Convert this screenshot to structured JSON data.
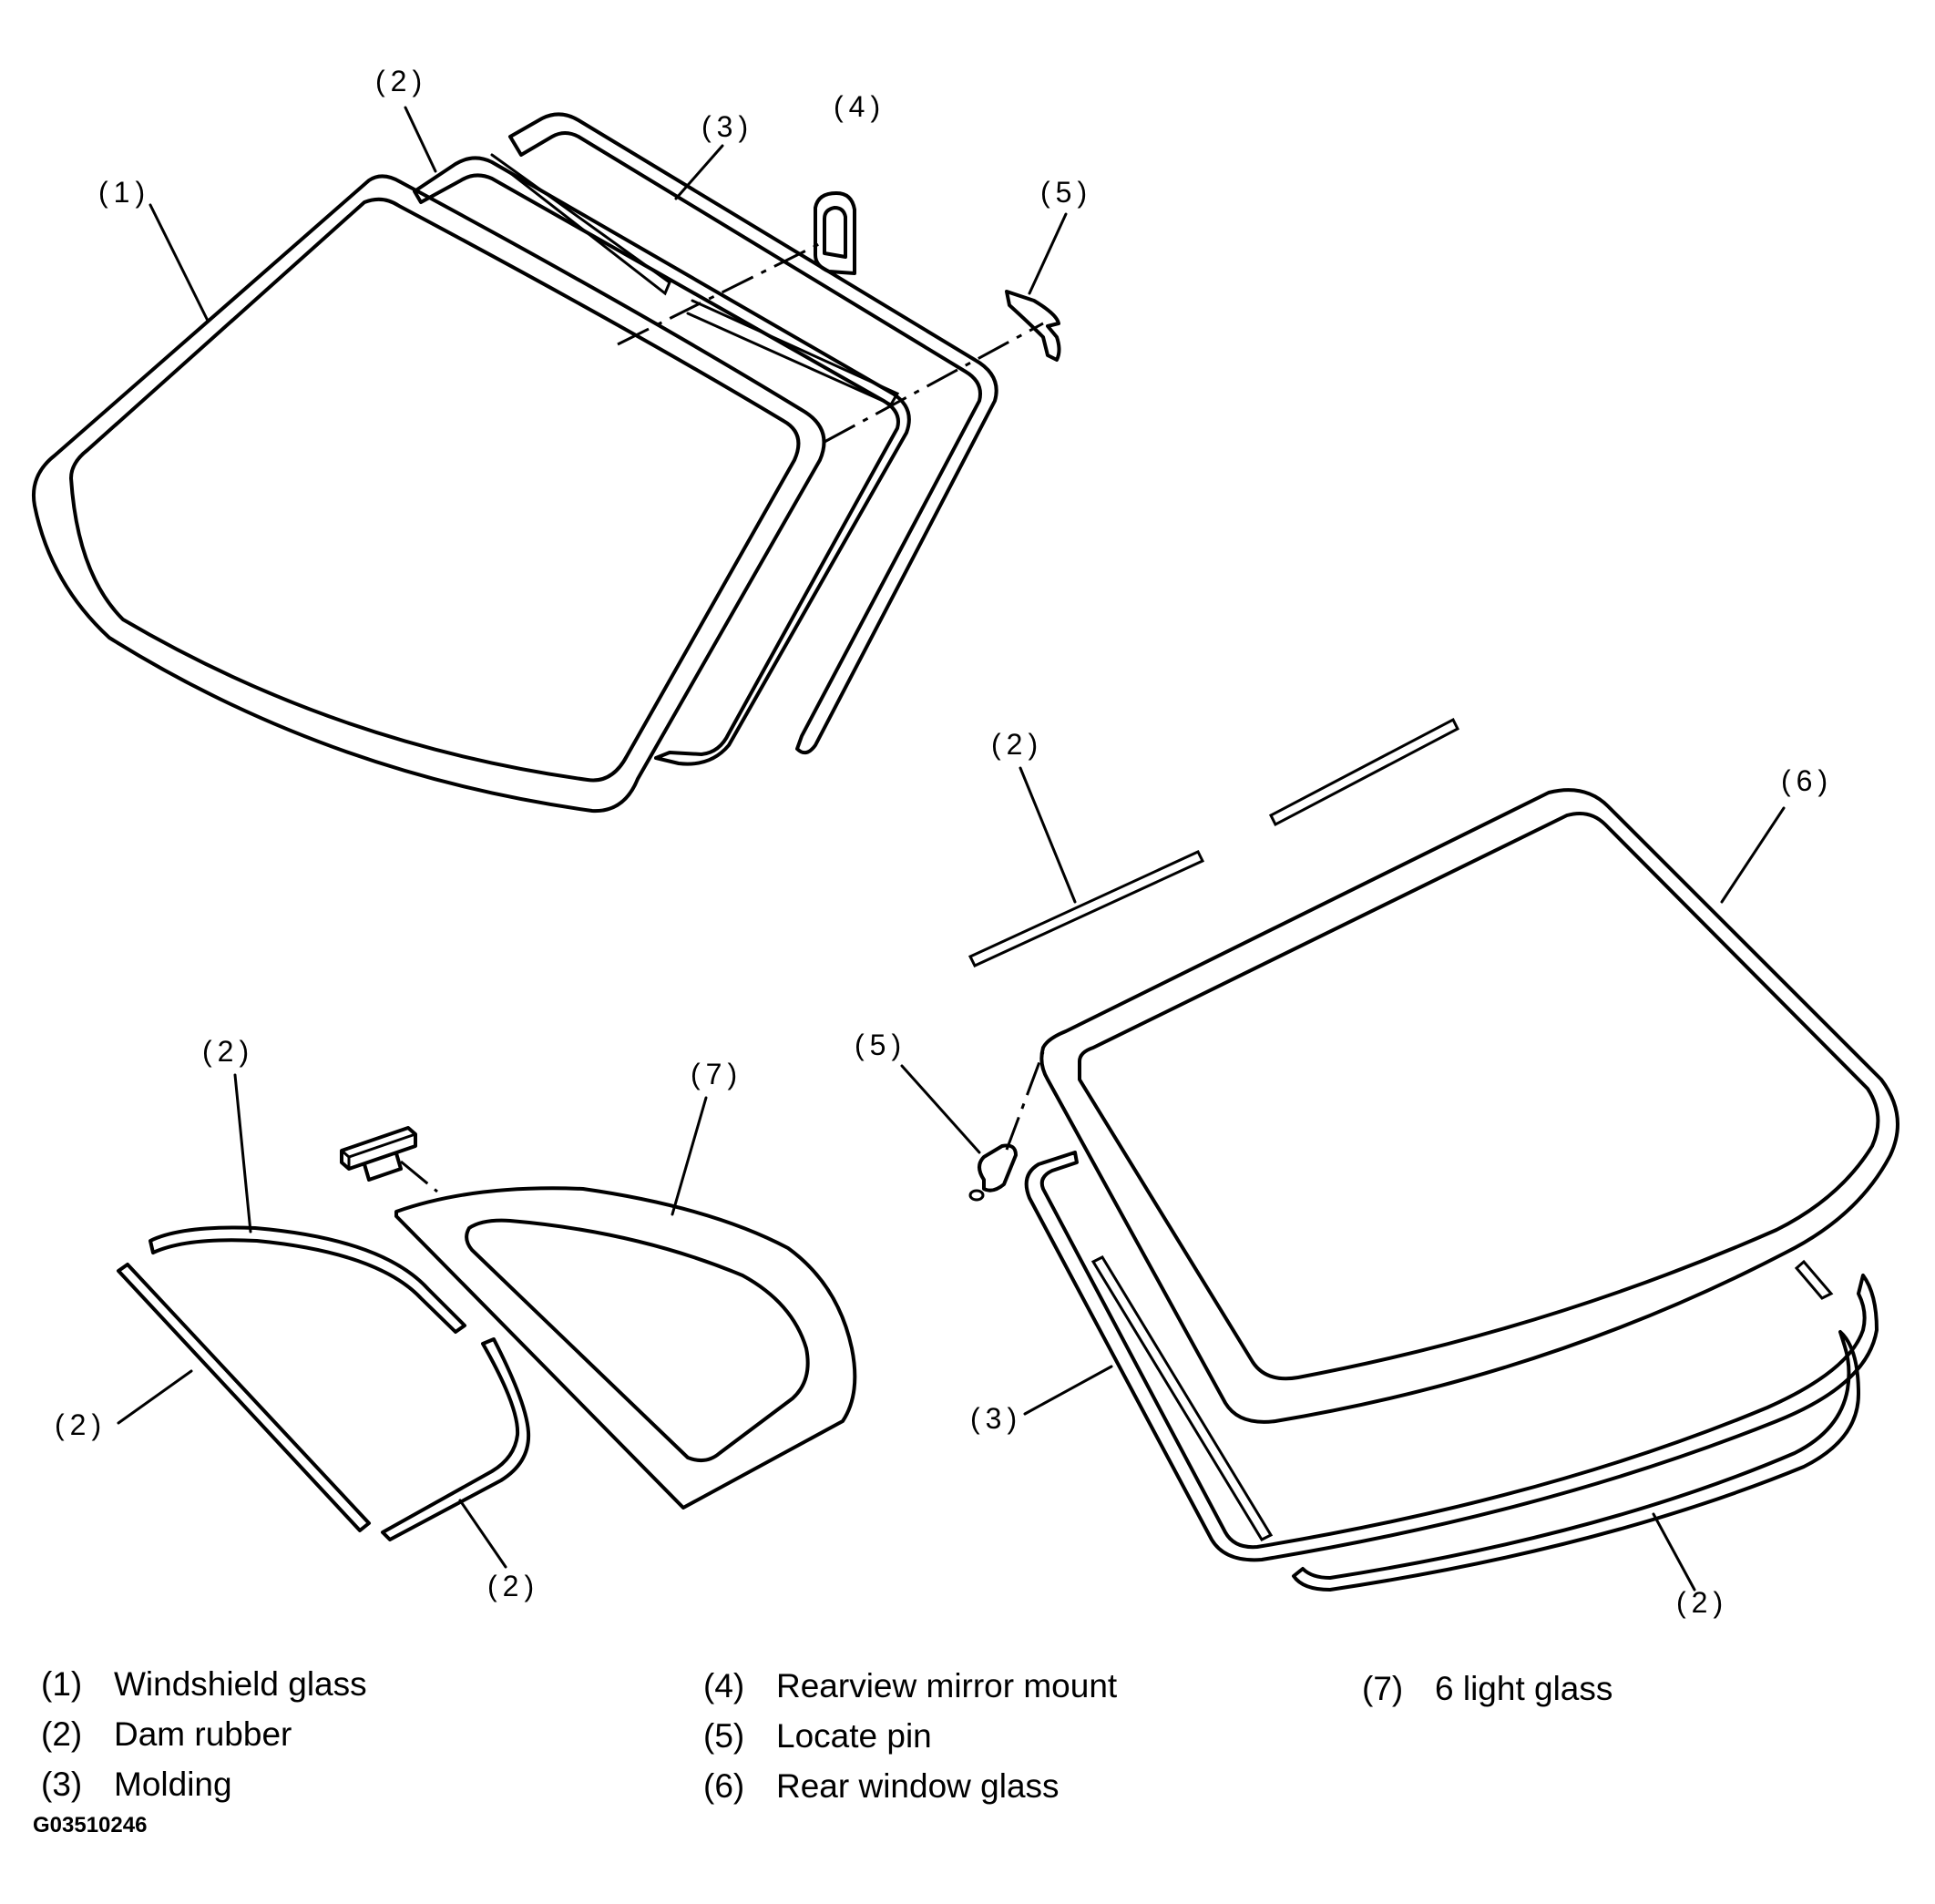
{
  "callouts": {
    "c1": "(1)",
    "c2a": "(2)",
    "c3a": "(3)",
    "c4": "(4)",
    "c5a": "(5)",
    "c2b": "(2)",
    "c6": "(6)",
    "c2c": "(2)",
    "c7": "(7)",
    "c5b": "(5)",
    "c2d": "(2)",
    "c2e": "(2)",
    "c3b": "(3)",
    "c2f": "(2)"
  },
  "legend": [
    {
      "num": "(1)",
      "label": "Windshield glass"
    },
    {
      "num": "(2)",
      "label": "Dam rubber"
    },
    {
      "num": "(3)",
      "label": "Molding"
    },
    {
      "num": "(4)",
      "label": "Rearview mirror mount"
    },
    {
      "num": "(5)",
      "label": "Locate pin"
    },
    {
      "num": "(6)",
      "label": "Rear window glass"
    },
    {
      "num": "(7)",
      "label": "6 light glass"
    }
  ],
  "figure_code": "G03510246"
}
